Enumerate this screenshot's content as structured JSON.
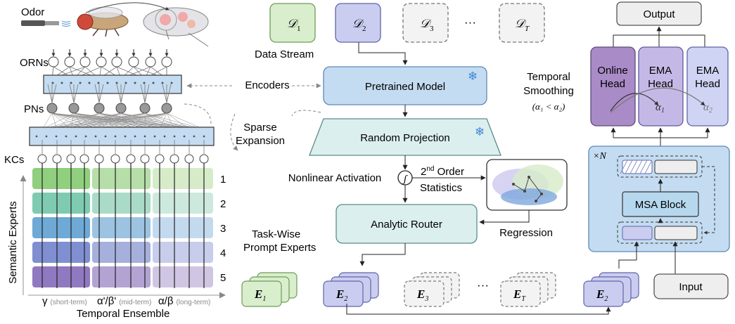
{
  "bio": {
    "odor": "Odor",
    "orns": "ORNs",
    "pns": "PNs",
    "kcs": "KCs",
    "semantic_experts": "Semantic Experts",
    "temporal_ensemble": "Temporal Ensemble",
    "expert_numbers": [
      "1",
      "2",
      "3",
      "4",
      "5"
    ],
    "group_symbols": [
      "γ",
      "α'/β'",
      "α/β"
    ],
    "group_terms": [
      "(short-term)",
      "(mid-term)",
      "(long-term)"
    ],
    "row_colors": [
      [
        "#8fcf7e",
        "#b6dea8",
        "#d6ecc9"
      ],
      [
        "#7fcbb2",
        "#aadbc9",
        "#cde9dd"
      ],
      [
        "#6fa9d6",
        "#9cc3e2",
        "#c3daee"
      ],
      [
        "#7f8fd1",
        "#a5b0dd",
        "#c7cdea"
      ],
      [
        "#9079c0",
        "#b3a3d3",
        "#d0c6e3"
      ]
    ]
  },
  "pipeline": {
    "data_items": [
      {
        "sym": "𝒟",
        "sub": "1"
      },
      {
        "sym": "𝒟",
        "sub": "2"
      },
      {
        "sym": "𝒟",
        "sub": "3"
      },
      {
        "sym": "𝒟",
        "sub": "T"
      }
    ],
    "dots": "···",
    "data_stream": "Data Stream",
    "encoders": "Encoders",
    "pretrained_model": "Pretrained Model",
    "sparse_expansion": [
      "Sparse",
      "Expansion"
    ],
    "random_projection": "Random Projection",
    "nonlinear_activation": "Nonlinear Activation",
    "activation_symbol": "ʃ",
    "second_order": [
      "2",
      "nd",
      " Order",
      "Statistics"
    ],
    "analytic_router": "Analytic Router",
    "regression": "Regression",
    "task_wise": [
      "Task-Wise",
      "Prompt Experts"
    ],
    "expert_items": [
      {
        "sym": "E",
        "sub": "1"
      },
      {
        "sym": "E",
        "sub": "2"
      },
      {
        "sym": "E",
        "sub": "3"
      },
      {
        "sym": "E",
        "sub": "T"
      }
    ]
  },
  "model": {
    "output": "Output",
    "heads": [
      [
        "Online",
        "Head"
      ],
      [
        "EMA",
        "Head"
      ],
      [
        "EMA",
        "Head"
      ]
    ],
    "alphas": [
      {
        "sym": "α",
        "sub": "1"
      },
      {
        "sym": "α",
        "sub": "2"
      }
    ],
    "temporal_smoothing": [
      "Temporal",
      "Smoothing"
    ],
    "alpha_relation": "(α₁ < α₂)",
    "times_n": "×N",
    "msa_block": "MSA Block",
    "input": "Input",
    "selected_expert": {
      "sym": "E",
      "sub": "2"
    }
  },
  "colors": {
    "green_fill": "#d9eecd",
    "green_stroke": "#6f9a57",
    "purple_fill": "#cbcdf0",
    "purple_stroke": "#5f64a8",
    "gray_fill": "#eeeeee",
    "gray_stroke": "#777777",
    "blue_fill": "#c4dcf1",
    "blue_stroke": "#5f87b8",
    "teal_fill": "#dcefef",
    "teal_stroke": "#5d8a8a",
    "online_fill": "#a98bc7",
    "ema1_fill": "#c4b9e6",
    "ema2_fill": "#cfd4f4",
    "snow": "#3f86d8"
  }
}
